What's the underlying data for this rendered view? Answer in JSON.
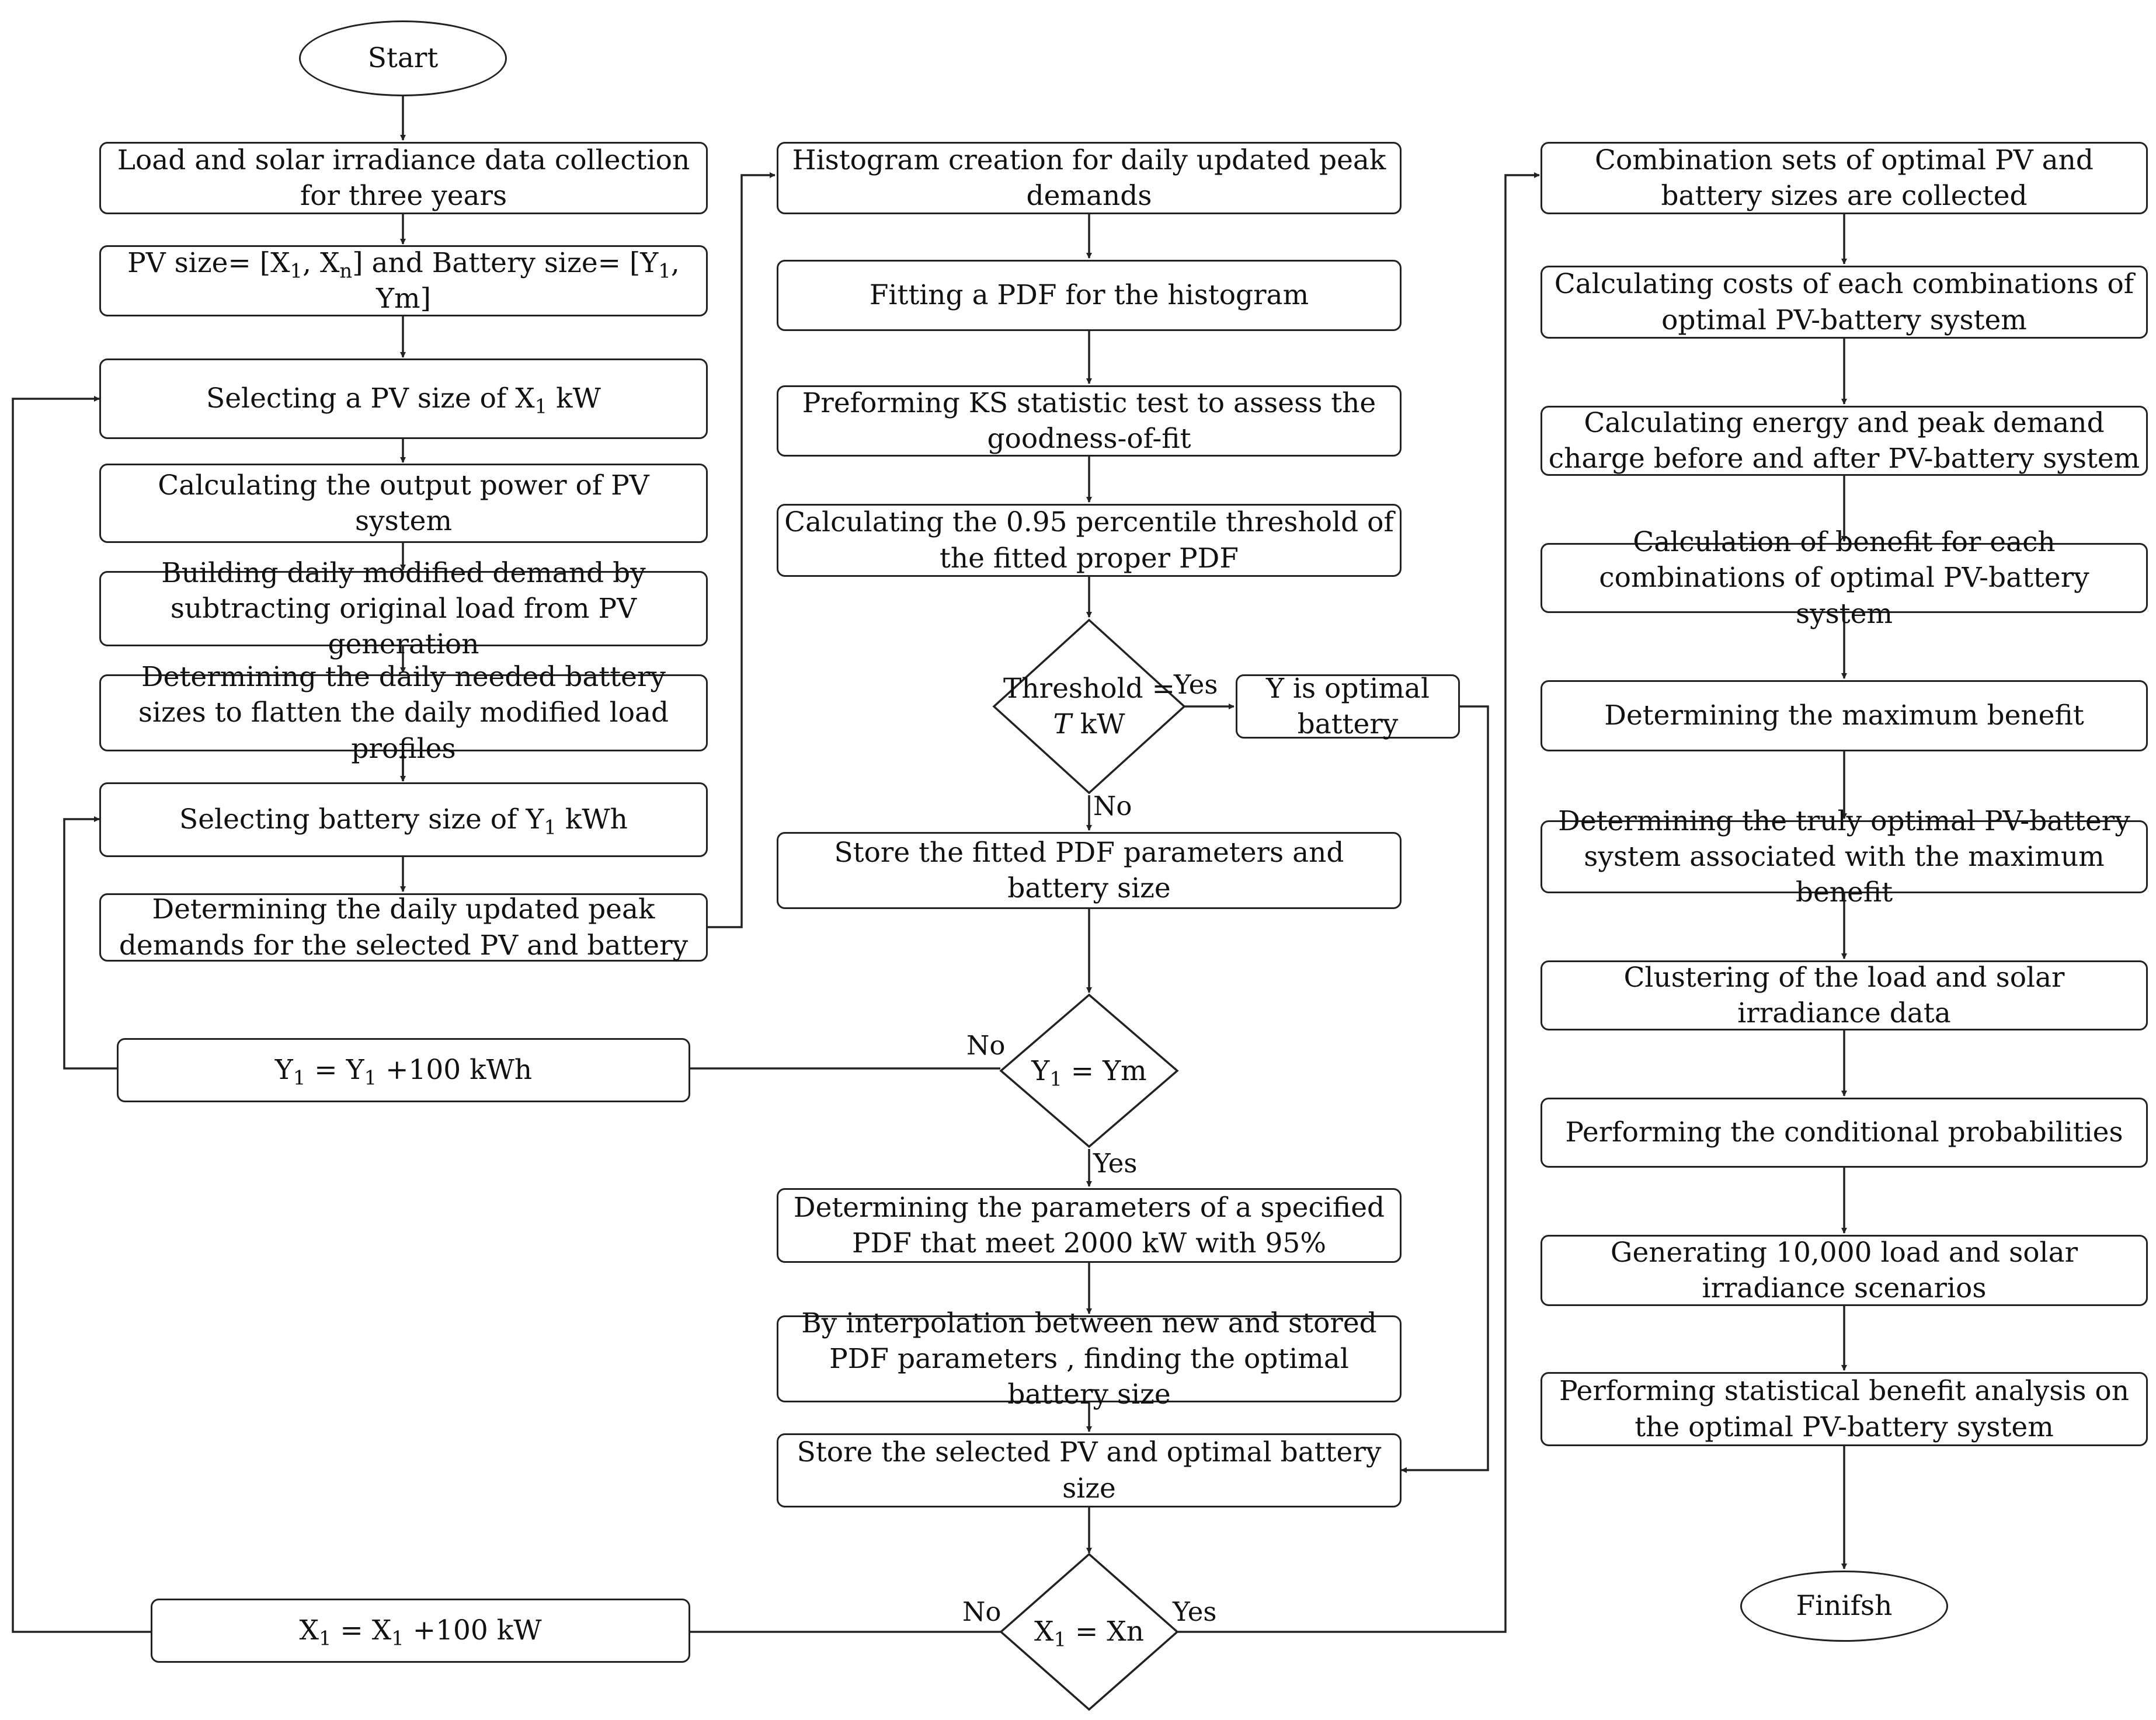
{
  "nodes": {
    "start": "Start",
    "load_collection": "Load and solar irradiance data collection for three years",
    "pv_size_prefix": "PV size= [X",
    "pv_size_sub1": "1",
    "pv_size_mid": ", X",
    "pv_size_sub2": "n",
    "pv_size_mid2": "] and Battery size= [Y",
    "pv_size_sub3": "1",
    "pv_size_suffix": ", Ym]",
    "select_pv_prefix": "Selecting a PV size of X",
    "select_pv_sub": "1",
    "select_pv_suffix": " kW",
    "calc_output": "Calculating the output power of PV system",
    "build_demand": "Building daily modified demand by subtracting original load from PV generation",
    "determine_battery": "Determining the daily needed battery sizes to flatten the daily modified load profiles",
    "select_battery_prefix": "Selecting battery size of Y",
    "select_battery_sub": "1",
    "select_battery_suffix": " kWh",
    "updated_peak": "Determining the daily updated peak demands for  the selected PV and battery",
    "y_increment_a": "Y",
    "y_increment_sub1": "1",
    "y_increment_b": " =  Y",
    "y_increment_sub2": "1",
    "y_increment_c": " +100 kWh",
    "x_increment_a": "X",
    "x_increment_sub1": "1",
    "x_increment_b": " =  X",
    "x_increment_sub2": "1",
    "x_increment_c": " +100 kW",
    "histogram": "Histogram creation for daily updated peak demands",
    "fit_pdf": "Fitting a PDF for the histogram",
    "ks_test": "Preforming  KS statistic test to assess the goodness-of-fit",
    "percentile": "Calculating the 0.95 percentile threshold of the fitted proper PDF",
    "threshold_a": "Threshold =",
    "threshold_t": "T",
    "threshold_b": " kW",
    "y_optimal": "Y is optimal battery",
    "store_fitted": "Store the fitted PDF parameters and battery size",
    "y_equals_a": "Y",
    "y_equals_sub": "1",
    "y_equals_b": " = Ym",
    "specified_pdf": "Determining the parameters of a specified PDF that meet  2000 kW with 95%",
    "interpolation": "By interpolation between new and stored PDF parameters , finding the optimal battery size",
    "store_selected": "Store the selected PV and optimal battery size",
    "x_equals_a": "X",
    "x_equals_sub": "1",
    "x_equals_b": " = Xn",
    "combination_sets": "Combination sets of optimal PV and battery sizes are collected",
    "calc_costs": "Calculating costs of each combinations of optimal PV-battery system",
    "calc_energy": "Calculating energy and peak demand charge before and after PV-battery system",
    "calc_benefit": "Calculation of benefit for each combinations of optimal PV-battery system",
    "max_benefit": "Determining the maximum benefit",
    "truly_optimal": "Determining the truly optimal PV-battery system associated with the maximum benefit",
    "clustering": "Clustering of the load and solar irradiance data",
    "conditional": "Performing the conditional probabilities",
    "generating": "Generating 10,000 load and solar irradiance scenarios",
    "statistical": "Performing statistical benefit analysis on the optimal PV-battery system",
    "finish": "Finifsh"
  },
  "labels": {
    "yes_threshold": "Yes",
    "no_threshold": "No",
    "no_y": "No",
    "yes_y": "Yes",
    "no_x": "No",
    "yes_x": "Yes"
  }
}
